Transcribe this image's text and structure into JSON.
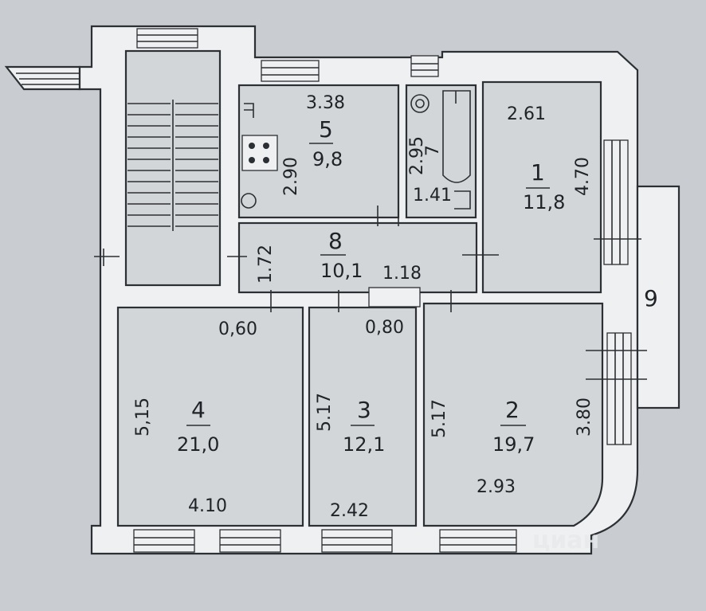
{
  "rooms": {
    "r1": {
      "number": "1",
      "area": "11,8",
      "width": "2.61",
      "length": "4.70"
    },
    "r2": {
      "number": "2",
      "area": "19,7",
      "width": "2.93",
      "length": "3.80",
      "side": "5.17"
    },
    "r3": {
      "number": "3",
      "area": "12,1",
      "width": "2.42",
      "length": "5.17"
    },
    "r4": {
      "number": "4",
      "area": "21,0",
      "width": "4.10",
      "length": "5,15"
    },
    "r5": {
      "number": "5",
      "area": "9,8",
      "width": "3.38",
      "length": "2.90"
    },
    "r7": {
      "number": "7",
      "length": "2.95",
      "width": "1.41"
    },
    "r8": {
      "number": "8",
      "area": "10,1",
      "width": "1.72",
      "length": "1.18"
    },
    "r9": {
      "number": "9"
    }
  },
  "openings": {
    "door_a": "0,60",
    "door_b": "0,80"
  },
  "watermark": "циан"
}
